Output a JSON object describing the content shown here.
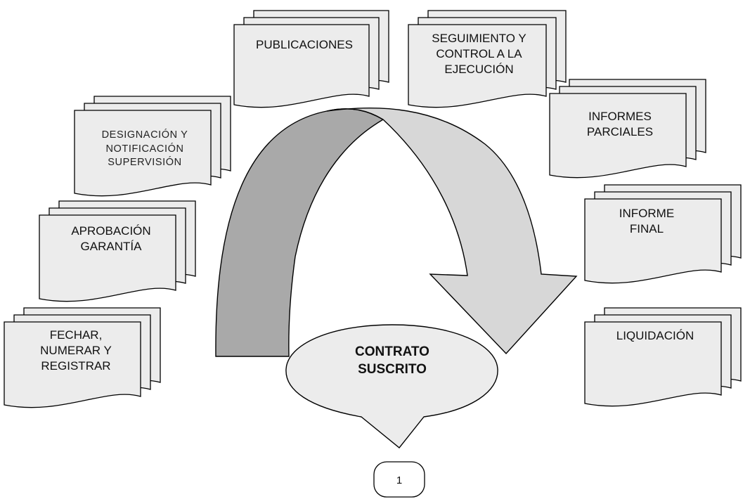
{
  "diagram": {
    "colors": {
      "paper": "#ececec",
      "stroke": "#000000",
      "arrow_dark": "#a9a9a9",
      "arrow_light": "#d7d7d7",
      "bubble": "#ececec"
    },
    "documents": [
      {
        "id": "publicaciones",
        "lines": [
          "PUBLICACIONES"
        ]
      },
      {
        "id": "designacion",
        "lines": [
          "DESIGNACIÓN Y",
          "NOTIFICACIÓN",
          "SUPERVISIÓN"
        ]
      },
      {
        "id": "aprobacion",
        "lines": [
          "APROBACIÓN",
          "GARANTÍA"
        ]
      },
      {
        "id": "fechar",
        "lines": [
          "FECHAR,",
          "NUMERAR Y",
          "REGISTRAR"
        ]
      },
      {
        "id": "seguimiento",
        "lines": [
          "SEGUIMIENTO Y",
          "CONTROL A LA",
          "EJECUCIÓN"
        ]
      },
      {
        "id": "informes-parciales",
        "lines": [
          "INFORMES",
          "PARCIALES"
        ]
      },
      {
        "id": "informe-final",
        "lines": [
          "INFORME",
          "FINAL"
        ]
      },
      {
        "id": "liquidacion",
        "lines": [
          "LIQUIDACIÓN"
        ]
      }
    ],
    "center": {
      "lines": [
        "CONTRATO",
        "SUSCRITO"
      ]
    },
    "page_number": "1"
  }
}
